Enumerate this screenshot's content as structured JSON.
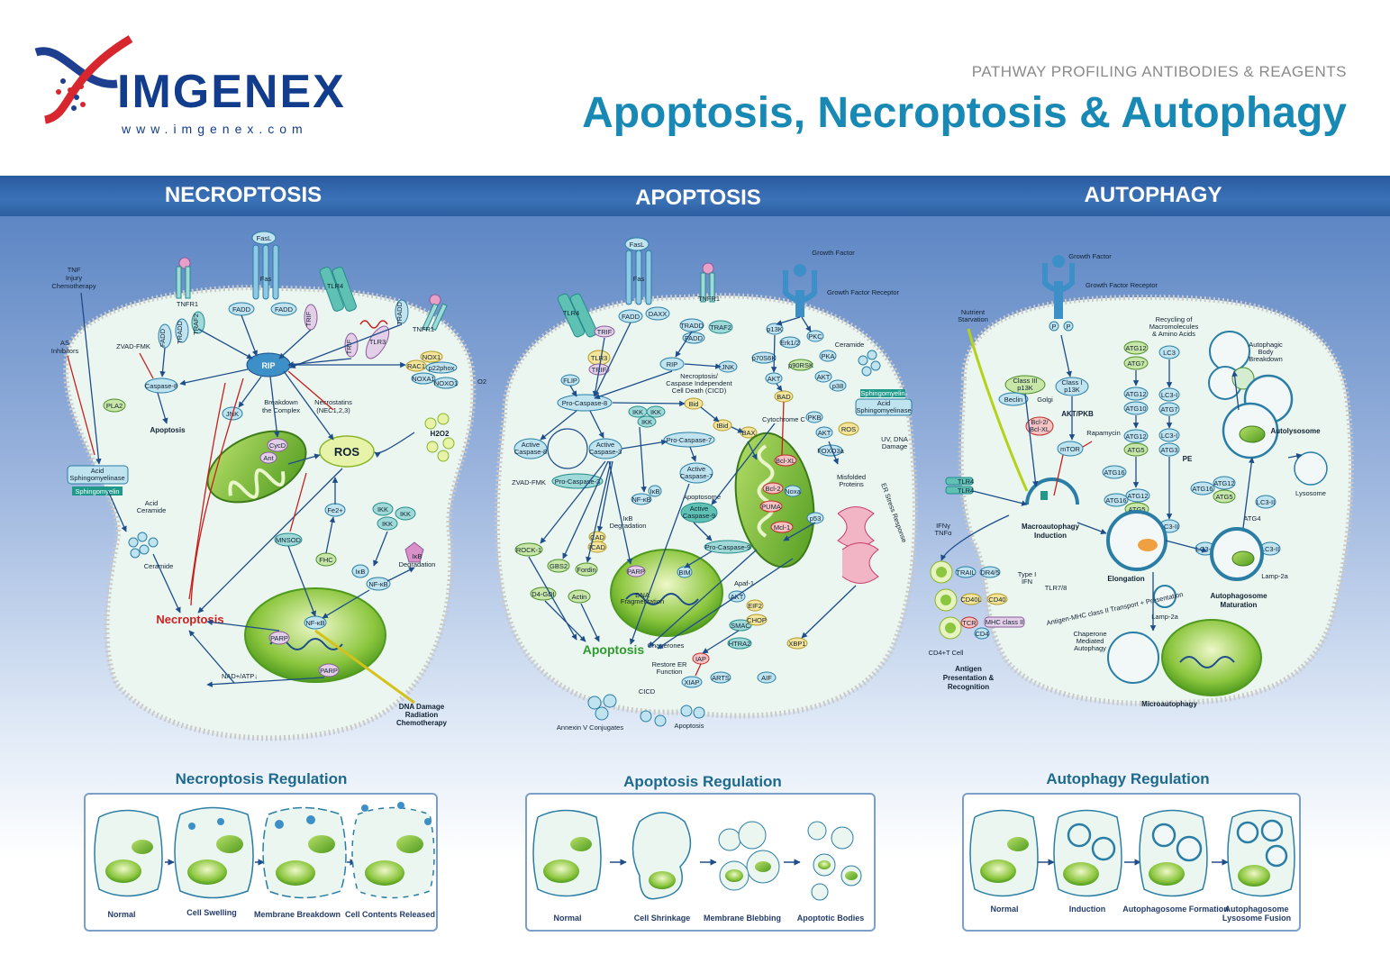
{
  "header": {
    "logo_text": "IMGENEX",
    "logo_url": "www.imgenex.com",
    "subtitle": "PATHWAY PROFILING ANTIBODIES & REAGENTS",
    "title": "Apoptosis, Necroptosis & Autophagy"
  },
  "sections": {
    "necroptosis": "NECROPTOSIS",
    "apoptosis": "APOPTOSIS",
    "autophagy": "AUTOPHAGY"
  },
  "colors": {
    "title_blue": "#1789b4",
    "band_blue": "#3b73b8",
    "cell_fill": "#e8f5ee",
    "mito_green": "#6bbd2a",
    "necroptosis_red": "#d01f1f",
    "apoptosis_green": "#2f9a2f"
  },
  "necro": {
    "tnf": "TNF",
    "injury": "Injury",
    "chemo": "Chemotherapy",
    "as_inh": "AS",
    "as_inh2": "Inhibitors",
    "fasl": "FasL",
    "fas": "Fas",
    "tnfr1": "TNFR1",
    "tnfr1b": "TNFR1",
    "tlr4": "TLR4",
    "tlr3": "TLR3",
    "fadd1": "FADD",
    "fadd2": "FADD",
    "fadd3": "FADD",
    "tradd": "TRADD",
    "trif1": "TRIF",
    "trif2": "TRIF",
    "tradd2": "TRADD",
    "traf2": "TRAF2",
    "zvad": "ZVAD-FMK",
    "rip": "RIP",
    "caspase8": "Caspase-8",
    "pla2": "PLA2",
    "apoptosis": "Apoptosis",
    "jnk": "JNK",
    "breakdown": "Breakdown",
    "complex": "the Complex",
    "necrostatins": "Necrostatins",
    "nec": "(NEC1,2,3)",
    "cycd": "CycD",
    "ant": "Ant",
    "ros": "ROS",
    "nox1": "NOX1",
    "rac1": "RAC1",
    "p22phox": "p22phox",
    "noxa1": "NOXA1",
    "noxo1": "NOXO1",
    "o2": "O2",
    "h2o2": "H2O2",
    "acid_sm": "Acid",
    "acid_sm2": "Sphingomyelinase",
    "sphingomyelin": "Sphingomyelin",
    "acid_cer": "Acid",
    "acid_cer2": "Ceramide",
    "ceramide": "Ceramide",
    "fe": "Fe2+",
    "fhc": "FHC",
    "mnsod": "MNSOD",
    "ikk1": "IKK",
    "ikk2": "IKK",
    "ikk3": "IKK",
    "ikb": "IκB",
    "nfkb": "NF-κB",
    "nfkb2": "NF-κB",
    "ikb_deg": "IκB",
    "ikb_deg2": "Degradation",
    "necroptosis": "Necroptosis",
    "parp1": "PARP",
    "parp2": "PARP",
    "nad": "NAD+/ATP↓",
    "dna": "DNA Damage",
    "radiation": "Radiation",
    "chemo2": "Chemotherapy"
  },
  "apop": {
    "fasl": "FasL",
    "fas": "Fas",
    "tnfr1": "TNFR1",
    "tlr4": "TLR4",
    "fadd": "FADD",
    "daxx": "DAXX",
    "tradd": "TRADD",
    "traf2": "TRAF2",
    "fadd2": "FADD",
    "trif": "TRIF",
    "trif2": "TRIF",
    "tlr3": "TLR3",
    "growth": "Growth Factor",
    "gfr": "Growth Factor Receptor",
    "flip": "FLIP",
    "rip": "RIP",
    "jnk": "JNK",
    "procasp8": "Pro-Caspase-8",
    "cicd": "Necroptosis/",
    "cicd2": "Caspase Independent",
    "cicd3": "Cell Death (CICD)",
    "bid": "Bid",
    "tbid": "tBid",
    "bax": "BAX",
    "act_c8": "Active",
    "act_c8b": "Caspase-8",
    "act_c3": "Active",
    "act_c3b": "Caspase-3",
    "procasp3": "Pro-Caspase-3",
    "procasp7": "Pro-Caspase-7",
    "act_c7": "Active",
    "act_c7b": "Caspase-7",
    "zvad": "ZVAD-FMK",
    "ikk1": "IKK",
    "ikk2": "IKK",
    "ikk3": "IKK",
    "nfkb": "NF-κB",
    "ikb": "IκB",
    "ikb_deg": "IκB",
    "ikb_deg2": "Degradation",
    "cad": "CAD",
    "icad": "ICAD",
    "rock": "ROCK-1",
    "gbs2": "GBS2",
    "fordin": "Fordin",
    "actin": "Actin",
    "d4gdi": "D4-GDI",
    "apoptosome": "Apoptosome",
    "act_c9": "Active",
    "act_c9b": "Caspase-9",
    "procasp9": "Pro-Caspase-9",
    "apaf": "Apaf-1",
    "cytc": "Cytochrome C",
    "bcl2": "Bcl-2",
    "bclxl": "Bcl-XL",
    "mcl1": "Mcl-1",
    "puma": "PUMA",
    "noxa": "Noxa",
    "bad": "BAD",
    "akt": "AKT",
    "akt2": "AKT",
    "akt3": "AKT",
    "p13k": "p13K",
    "erk": "Erk1/2",
    "pkc": "PKC",
    "p90rsk": "p90RSK",
    "p70s6k": "p70S6K",
    "pka": "PKA",
    "ceramide": "Ceramide",
    "sphingomyelin": "Sphingomyelin",
    "acid_sm": "Acid",
    "acid_sm2": "Sphingomyelinase",
    "p38": "p38",
    "pkb": "PKB",
    "ros": "ROS",
    "uv": "UV, DNA",
    "uv2": "Damage",
    "foxo3a": "FOXO3a",
    "misfolded": "Misfolded",
    "misfolded2": "Proteins",
    "er_stress": "ER Stress Response",
    "p53": "p53",
    "parp": "PARP",
    "dna_frag": "DNA",
    "dna_frag2": "Fragmentation",
    "bim": "BIM",
    "apoptosis": "Apoptosis",
    "smac": "SMAC",
    "htra2": "HTRA2",
    "iap": "IAP",
    "arts": "ARTS",
    "xiap": "XIAP",
    "aif": "AIF",
    "chop": "CHOP",
    "xbp1": "XBP1",
    "eif2": "EIF2",
    "chaperones": "Chaperones",
    "restore": "Restore ER",
    "restore2": "Function",
    "cicd_l": "CICD",
    "annexin": "Annexin V Conjugates",
    "apoptosis2": "Apoptosis"
  },
  "auto": {
    "growth": "Growth Factor",
    "gfr": "Growth Factor Receptor",
    "p1": "P",
    "p2": "P",
    "nutrient": "Nutrient",
    "nutrient2": "Starvation",
    "class3": "Class III",
    "class3b": "p13K",
    "class1": "Class I",
    "class1b": "p13K",
    "beclin": "Beclin",
    "golgi": "Golgi",
    "bcl2": "Bcl-2/",
    "bcl2b": "Bcl-XL",
    "aktpkb": "AKT/PKB",
    "rapamycin": "Rapamycin",
    "mtor": "mTOR",
    "atg12a": "ATG12",
    "atg7a": "ATG7",
    "atg12b": "ATG12",
    "atg10": "ATG10",
    "atg12c": "ATG12",
    "atg5a": "ATG5",
    "lc3a": "LC3",
    "lc3b": "LC3-I",
    "atg7b": "ATG7",
    "lc3c": "LC3-I",
    "atg3": "ATG3",
    "recycling": "Recycling of",
    "recycling2": "Macromolecules",
    "recycling3": "& Amino Acids",
    "abb": "Autophagic",
    "abb2": "Body",
    "abb3": "Breakdown",
    "autolysosome": "Autolysosome",
    "lysosome": "Lysosome",
    "atg16a": "ATG16",
    "atg16b": "ATG16",
    "atg12d": "ATG12",
    "atg5b": "ATG5",
    "atg16c": "ATG16",
    "atg12e": "ATG12",
    "atg5c": "ATG5",
    "pe": "PE",
    "lc3ii": "LC3-II",
    "lc3ii2": "LC3-II",
    "lc3ii3": "LC3-II",
    "lc3ii4": "LC3-II",
    "atg4": "ATG4",
    "lamp2a": "Lamp-2a",
    "lamp2a2": "Lamp-2a",
    "tlr4a": "TLR4",
    "tlr4b": "TLR4",
    "macro": "Macroautophagy",
    "macro2": "Induction",
    "elongation": "Elongation",
    "maturation": "Autophagosome",
    "maturation2": "Maturation",
    "ifn": "IFNγ",
    "tnfa": "TNFα",
    "typei": "Type I",
    "typei2": "IFN",
    "tlr78": "TLR7/8",
    "trail": "TRAIL",
    "dr45": "DR4/5",
    "cd40l": "CD40L",
    "cd40": "CD40",
    "tcr": "TCR",
    "mhc": "MHC class II",
    "cd4": "CD4",
    "cd4t": "CD4+T Cell",
    "antigen": "Antigen",
    "antigen2": "Presentation &",
    "antigen3": "Recognition",
    "chaperone": "Chaperone",
    "chaperone2": "Mediated",
    "chaperone3": "Autophagy",
    "micro": "Microautophagy",
    "transport": "Antigen-MHC class II Transport + Presentation"
  },
  "regulation": {
    "necro_title": "Necroptosis Regulation",
    "apop_title": "Apoptosis Regulation",
    "auto_title": "Autophagy Regulation",
    "necro_stages": [
      "Normal",
      "Cell Swelling",
      "Membrane Breakdown",
      "Cell Contents Released"
    ],
    "apop_stages": [
      "Normal",
      "Cell Shrinkage",
      "Membrane Blebbing",
      "Apoptotic Bodies"
    ],
    "auto_stages": [
      "Normal",
      "Induction",
      "Autophagosome Formation",
      "Autophagosome Lysosome Fusion"
    ]
  }
}
